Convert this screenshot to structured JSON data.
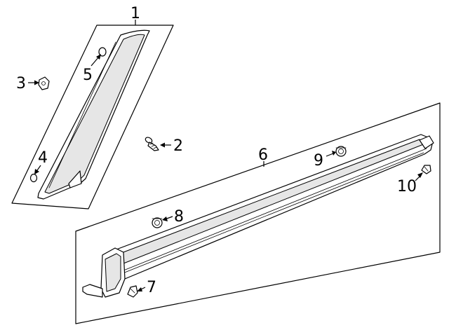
{
  "callouts": [
    {
      "id": "c1",
      "label": "1"
    },
    {
      "id": "c2",
      "label": "2"
    },
    {
      "id": "c3",
      "label": "3"
    },
    {
      "id": "c4",
      "label": "4"
    },
    {
      "id": "c5",
      "label": "5"
    },
    {
      "id": "c6",
      "label": "6"
    },
    {
      "id": "c7",
      "label": "7"
    },
    {
      "id": "c8",
      "label": "8"
    },
    {
      "id": "c9",
      "label": "9"
    },
    {
      "id": "c10",
      "label": "10"
    }
  ]
}
